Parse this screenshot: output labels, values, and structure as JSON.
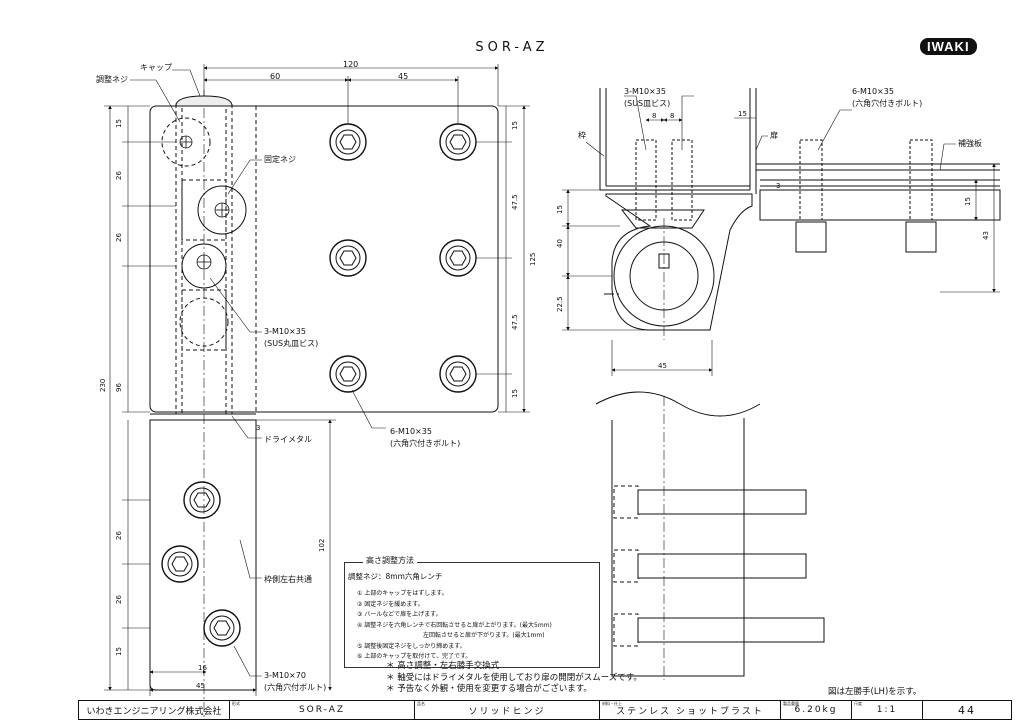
{
  "title": "SOR-AZ",
  "logo": "IWAKI",
  "dimensions": {
    "d120": "120",
    "d60": "60",
    "d45_top": "45",
    "d15_a": "15",
    "d26_a": "26",
    "d26_b": "26",
    "d230": "230",
    "d96": "96",
    "d26_c": "26",
    "d26_d": "26",
    "d15_b": "15",
    "r15_a": "15",
    "r47_5_a": "47.5",
    "r125": "125",
    "r47_5_b": "47.5",
    "r15_b": "15",
    "d3": "3",
    "d102": "102",
    "d16": "16",
    "d45_bot": "45",
    "s8a": "8",
    "s8b": "8",
    "s15_top": "15",
    "s3": "3",
    "s15_left": "15",
    "s40": "40",
    "s22_5": "22.5",
    "s45": "45",
    "s15_right": "15",
    "s43": "43"
  },
  "labels": {
    "cap": "キャップ",
    "adjust_screw": "調整ネジ",
    "fix_screw": "固定ネジ",
    "screws_3m10x35": "3-M10×35",
    "sus_round": "(SUS丸皿ビス)",
    "bolts_6m10x35": "6-M10×35",
    "hex_bolt": "(六角穴付きボルト)",
    "dry_metal": "ドライメタル",
    "frame_common": "枠側左右共通",
    "bolts_3m10x70": "3-M10×70",
    "hex_bolt_2": "(六角穴付ボルト)",
    "frame": "枠",
    "door": "扉",
    "reinforce": "補強板",
    "s_screws": "3-M10×35",
    "s_sus": "(SUS皿ビス)",
    "s_bolts": "6-M10×35",
    "s_hex": "(六角穴付きボルト)"
  },
  "notes": {
    "heading": "高さ調整方法",
    "tool_line": "調整ネジ：8mm六角レンチ",
    "steps": [
      "① 上部のキャップをはずします。",
      "② 固定ネジを緩めます。",
      "③ バールなどで扉を上げます。",
      "④ 調整ネジを六角レンチで右回転させると扉が上がります。(最大5mm)",
      "　　　　　　　　　　　左回転させると扉が下がります。(最大1mm)",
      "⑤ 調整後固定ネジをしっかり締めます。",
      "⑥ 上部のキャップを取付けて、完了です。"
    ]
  },
  "bullets": [
    "＊ 高さ調整・左右勝手交換式",
    "＊ 軸受にはドライメタルを使用しており扉の開閉がスムーズです。",
    "＊ 予告なく外観・使用を変更する場合がございます。"
  ],
  "right_note": "図は左勝手(LH)を示す。",
  "title_block": {
    "company": "いわきエンジニアリング株式会社",
    "model_label": "形式",
    "model": "SOR-AZ",
    "name_label": "品名",
    "name": "ソリッドヒンジ",
    "material_label": "材料・仕上",
    "material": "ステンレス ショットブラスト",
    "weight_label": "製品重量",
    "weight": "6.20kg",
    "scale_label": "尺度",
    "scale": "1:1",
    "page": "44"
  }
}
